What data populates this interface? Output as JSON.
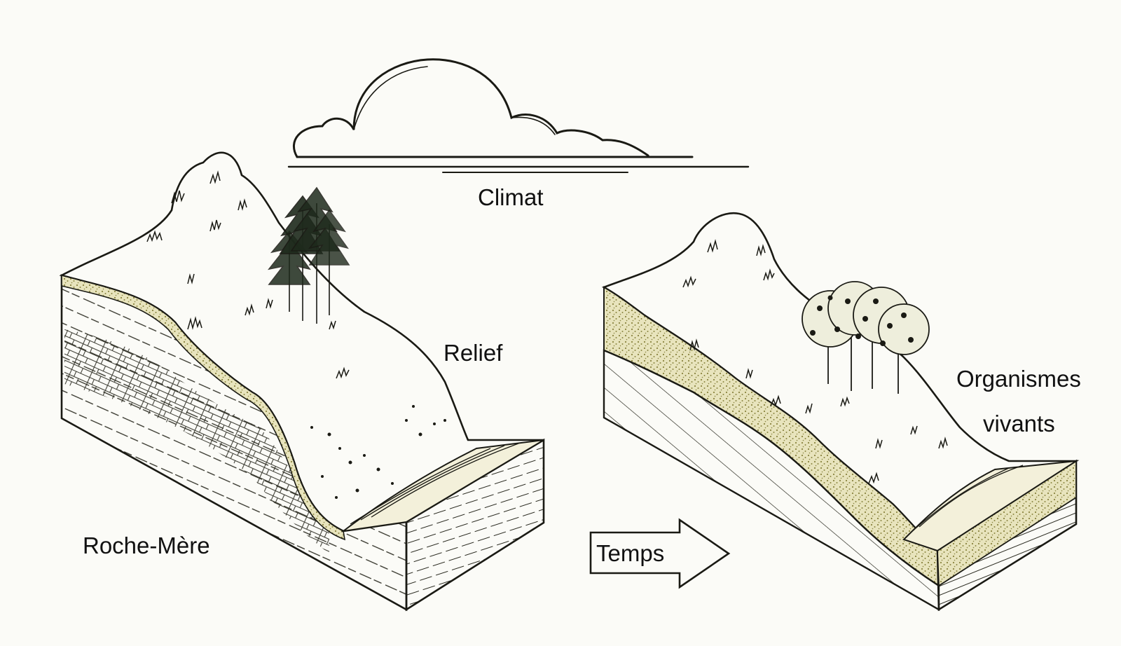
{
  "labels": {
    "climate": "Climat",
    "relief": "Relief",
    "organisms_line1": "Organismes",
    "organisms_line2": "vivants",
    "parent_rock": "Roche-Mère",
    "time": "Temps"
  },
  "colors": {
    "background": "#fbfbf7",
    "ink": "#1a1a14",
    "sediment": "#c8c27a",
    "text": "#111111"
  }
}
